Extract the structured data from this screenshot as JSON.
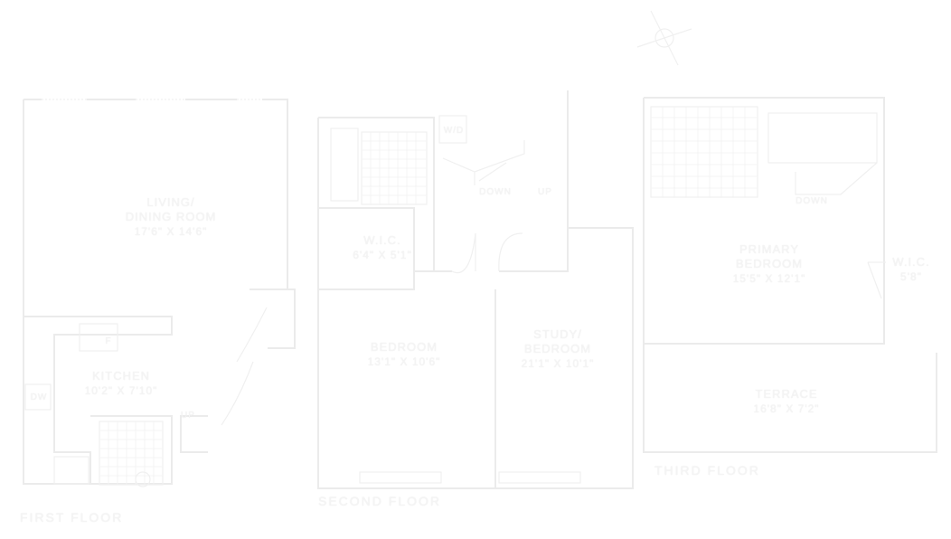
{
  "floors": {
    "first": "FIRST FLOOR",
    "second": "SECOND FLOOR",
    "third": "THIRD FLOOR"
  },
  "rooms": {
    "living": {
      "name_line1": "LIVING/",
      "name_line2": "DINING ROOM",
      "dims": "17'6\" x 14'6\""
    },
    "kitchen": {
      "name": "KITCHEN",
      "dims": "10'2\" x 7'10\""
    },
    "wic_second": {
      "name": "W.I.C.",
      "dims": "6'4\" x 5'1\""
    },
    "bedroom": {
      "name": "BEDROOM",
      "dims": "13'1\" x 10'6\""
    },
    "study": {
      "name_line1": "STUDY/",
      "name_line2": "BEDROOM",
      "dims": "21'1\" x 10'1\""
    },
    "primary": {
      "name_line1": "PRIMARY",
      "name_line2": "BEDROOM",
      "dims": "15'5\" x 12'1\""
    },
    "wic_third": {
      "name": "W.I.C.",
      "dims": "5'8\""
    },
    "terrace": {
      "name": "TERRACE",
      "dims": "16'8\" x 7'2\""
    }
  },
  "fixtures": {
    "wd": "W/D",
    "down_second": "DOWN",
    "up_second": "UP",
    "down_third": "DOWN",
    "up_first": "UP",
    "dw": "DW",
    "f": "F"
  }
}
